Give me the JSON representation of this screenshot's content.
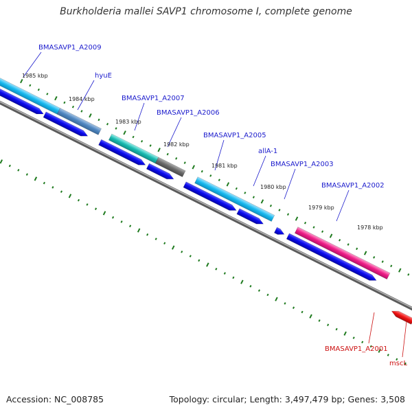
{
  "title": "Burkholderia mallei SAVP1 chromosome I, complete genome",
  "footer": {
    "accession": "Accession: NC_008785",
    "summary": "Topology: circular; Length: 3,497,479 bp; Genes: 3,508"
  },
  "colors": {
    "backbone": "#7a7a7a",
    "tick": "#1e7a1e",
    "cds": "#0a0aee",
    "label_forward": "#1a1acc",
    "label_reverse": "#cc1111",
    "feature_reverse": "#ee1111"
  },
  "scale_ticks": [
    {
      "label": "1985 kbp"
    },
    {
      "label": "1984 kbp"
    },
    {
      "label": "1983 kbp"
    },
    {
      "label": "1982 kbp"
    },
    {
      "label": "1981 kbp"
    },
    {
      "label": "1980 kbp"
    },
    {
      "label": "1979 kbp"
    },
    {
      "label": "1978 kbp"
    }
  ],
  "gene_labels": [
    {
      "name": "BMASAVP1_A2009",
      "strand": "forward"
    },
    {
      "name": "hyuE",
      "strand": "forward"
    },
    {
      "name": "BMASAVP1_A2007",
      "strand": "forward"
    },
    {
      "name": "BMASAVP1_A2006",
      "strand": "forward"
    },
    {
      "name": "BMASAVP1_A2005",
      "strand": "forward"
    },
    {
      "name": "allA-1",
      "strand": "forward"
    },
    {
      "name": "BMASAVP1_A2003",
      "strand": "forward"
    },
    {
      "name": "BMASAVP1_A2002",
      "strand": "forward"
    },
    {
      "name": "BMASAVP1_A2001",
      "strand": "reverse"
    },
    {
      "name": "mscL",
      "strand": "reverse"
    }
  ]
}
